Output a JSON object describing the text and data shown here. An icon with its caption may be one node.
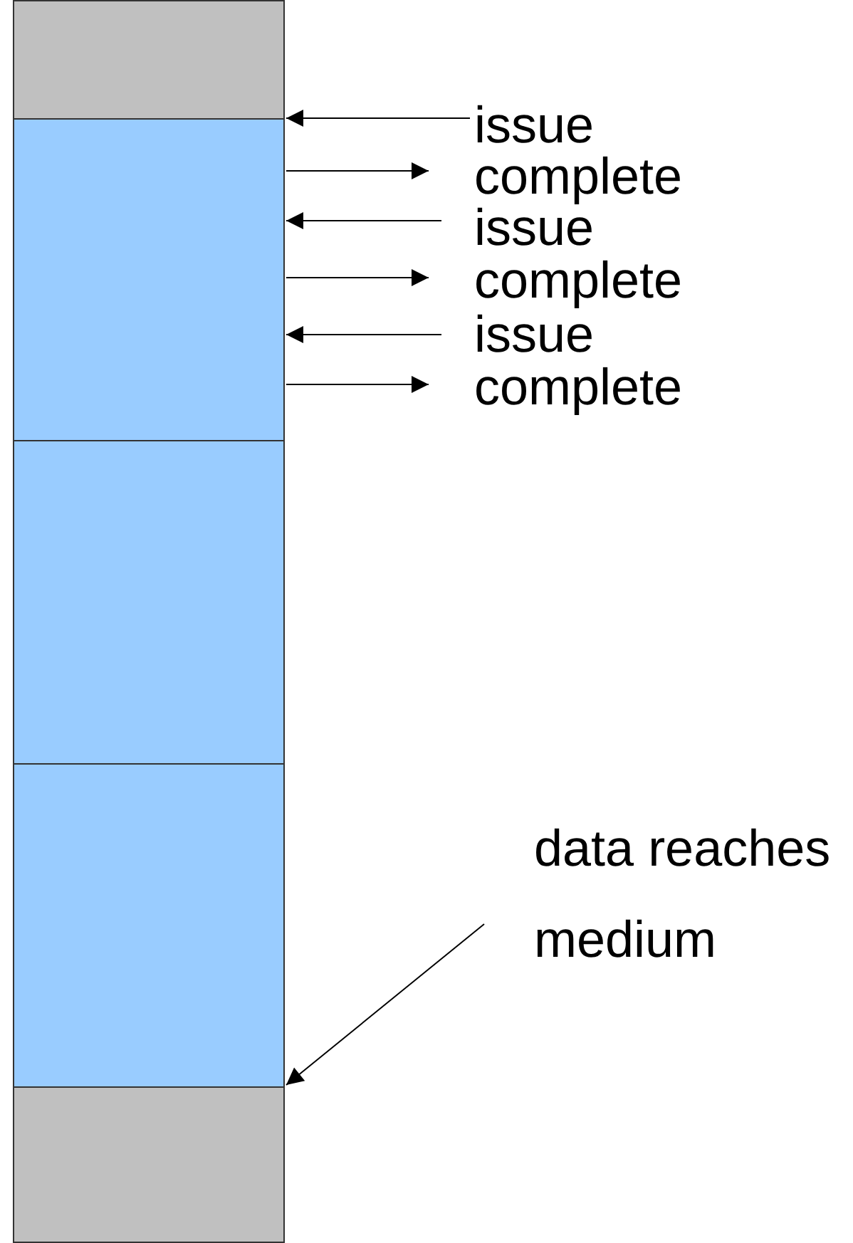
{
  "diagram": {
    "nodes": [
      {
        "text": [],
        "shape": "box"
      },
      {
        "text": [],
        "shape": "box"
      },
      {
        "text": [],
        "shape": "box"
      },
      {
        "text": [],
        "shape": "box"
      },
      {
        "text": [],
        "shape": "box"
      },
      {
        "text": [
          "issue"
        ]
      },
      {
        "text": [
          "complete"
        ]
      },
      {
        "text": [
          "issue"
        ]
      },
      {
        "text": [
          "complete"
        ]
      },
      {
        "text": [
          "issue"
        ]
      },
      {
        "text": [
          "complete"
        ]
      },
      {
        "text": [
          "data reaches medium"
        ]
      }
    ],
    "edges": [
      {
        "from": 5,
        "to": 1,
        "arrow": "to"
      },
      {
        "from": 1,
        "to": 6,
        "arrow": "to"
      },
      {
        "from": 7,
        "to": 1,
        "arrow": "to"
      },
      {
        "from": 1,
        "to": 8,
        "arrow": "to"
      },
      {
        "from": 9,
        "to": 1,
        "arrow": "to"
      },
      {
        "from": 1,
        "to": 10,
        "arrow": "to"
      },
      {
        "from": 11,
        "to": 3,
        "arrow": "to"
      }
    ]
  }
}
